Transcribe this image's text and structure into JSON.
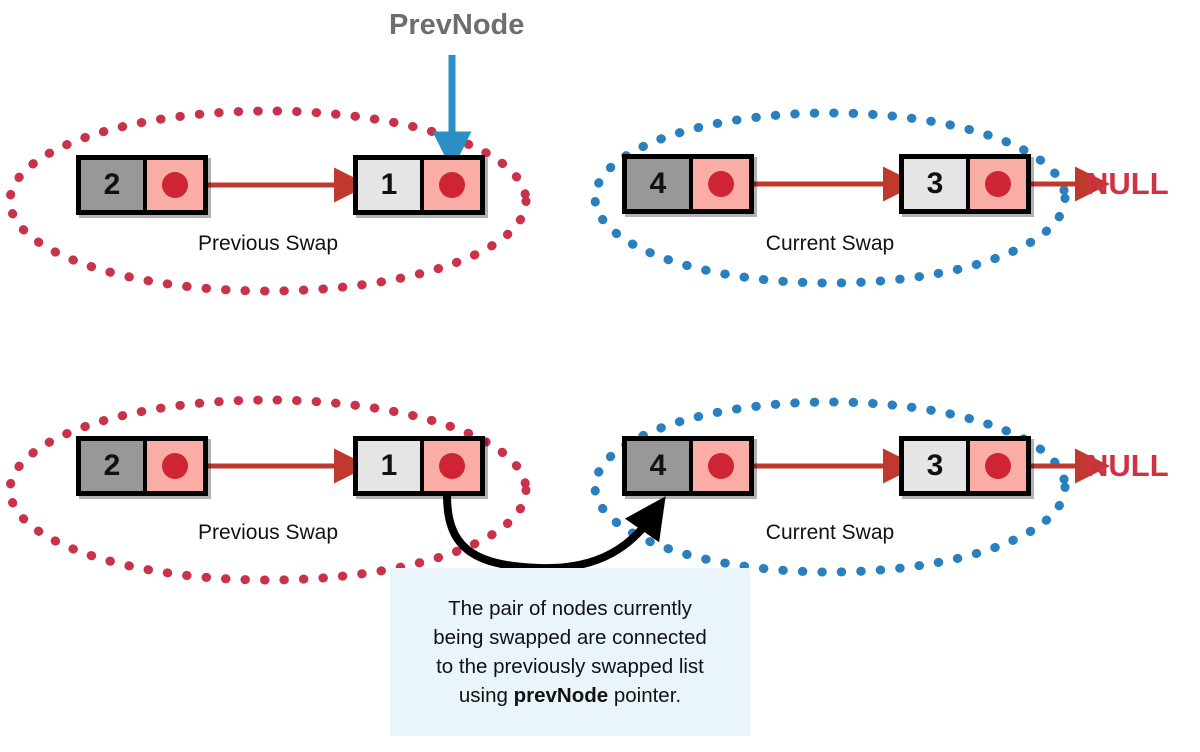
{
  "diagram": {
    "title_pointer": "PrevNode",
    "null_label": "NULL",
    "rows": [
      {
        "id": "top-row",
        "groups": [
          {
            "id": "previous-swap-top",
            "label": "Previous Swap",
            "ellipse_color": "#c8324a",
            "nodes": [
              {
                "value": "2",
                "shade": "dark"
              },
              {
                "value": "1",
                "shade": "light"
              }
            ]
          },
          {
            "id": "current-swap-top",
            "label": "Current Swap",
            "ellipse_color": "#2a7fbf",
            "nodes": [
              {
                "value": "4",
                "shade": "dark"
              },
              {
                "value": "3",
                "shade": "light"
              }
            ]
          }
        ]
      },
      {
        "id": "bottom-row",
        "groups": [
          {
            "id": "previous-swap-bottom",
            "label": "Previous Swap",
            "ellipse_color": "#c8324a",
            "nodes": [
              {
                "value": "2",
                "shade": "dark"
              },
              {
                "value": "1",
                "shade": "light"
              }
            ]
          },
          {
            "id": "current-swap-bottom",
            "label": "Current Swap",
            "ellipse_color": "#2a7fbf",
            "nodes": [
              {
                "value": "4",
                "shade": "dark"
              },
              {
                "value": "3",
                "shade": "light"
              }
            ]
          }
        ]
      }
    ],
    "caption": {
      "line1": "The pair of nodes currently",
      "line2": "being swapped are connected",
      "line3": "to the previously swapped list",
      "line4_pre": "using ",
      "line4_bold": "prevNode",
      "line4_post": " pointer."
    },
    "colors": {
      "link_arrow": "#c0392f",
      "pointer_arrow": "#2a8fc4",
      "connect_arrow": "#000000",
      "node_border": "#000000",
      "data_cell_dark": "#989898",
      "data_cell_light": "#e5e5e5",
      "pointer_cell": "#f9ada5",
      "pointer_dot": "#ce2434",
      "red_ellipse": "#c8324a",
      "blue_ellipse": "#2a7fbf",
      "caption_bg": "#eaf4fb",
      "prevnode_text": "#6e6e6e",
      "null_text": "#cf3241"
    }
  }
}
